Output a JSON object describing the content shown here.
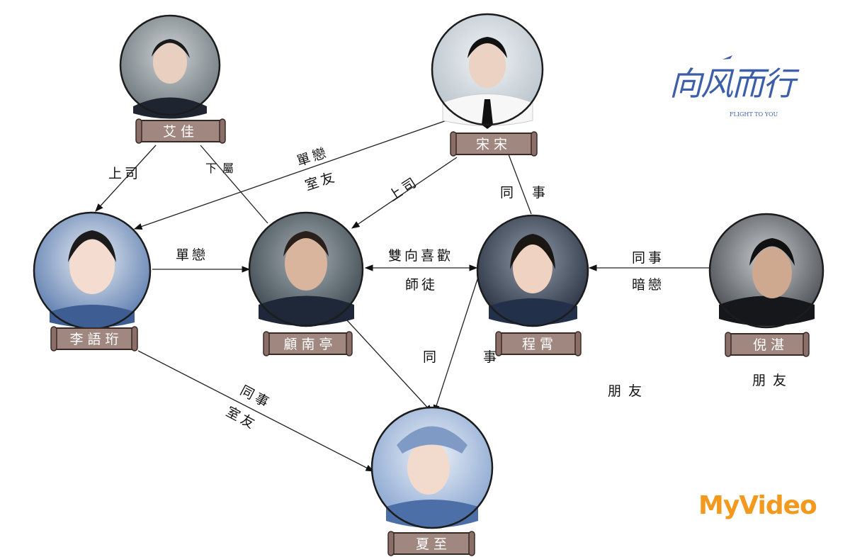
{
  "logo": {
    "title_cn": "向风而行",
    "title_en": "FLIGHT TO YOU",
    "color": "#3d5ea8"
  },
  "brand": {
    "text": "MyVideo",
    "color": "#f39a1e"
  },
  "characters": {
    "aijia": {
      "name": "艾佳"
    },
    "songsong": {
      "name": "宋宋"
    },
    "liyuheng": {
      "name": "李語珩"
    },
    "gunanting": {
      "name": "顧南亭"
    },
    "chengxiao": {
      "name": "程霄"
    },
    "nizhan": {
      "name": "倪湛"
    },
    "xiazhi": {
      "name": "夏至"
    }
  },
  "relations": {
    "aijia_liyuheng": "上司",
    "aijia_gunanting": "下屬",
    "songsong_liyuheng_1": "單戀",
    "songsong_liyuheng_2": "室友",
    "songsong_gunanting": "上司",
    "songsong_chengxiao": "同 事",
    "liyuheng_gunanting": "單戀",
    "gunanting_chengxiao_1": "雙向喜歡",
    "gunanting_chengxiao_2": "師徒",
    "nizhan_chengxiao_1": "同事",
    "nizhan_chengxiao_2": "暗戀",
    "chengxiao_xiazhi": "同 事",
    "liyuheng_xiazhi_1": "同事",
    "liyuheng_xiazhi_2": "室友",
    "friend_1": "朋友",
    "friend_2": "朋友"
  }
}
